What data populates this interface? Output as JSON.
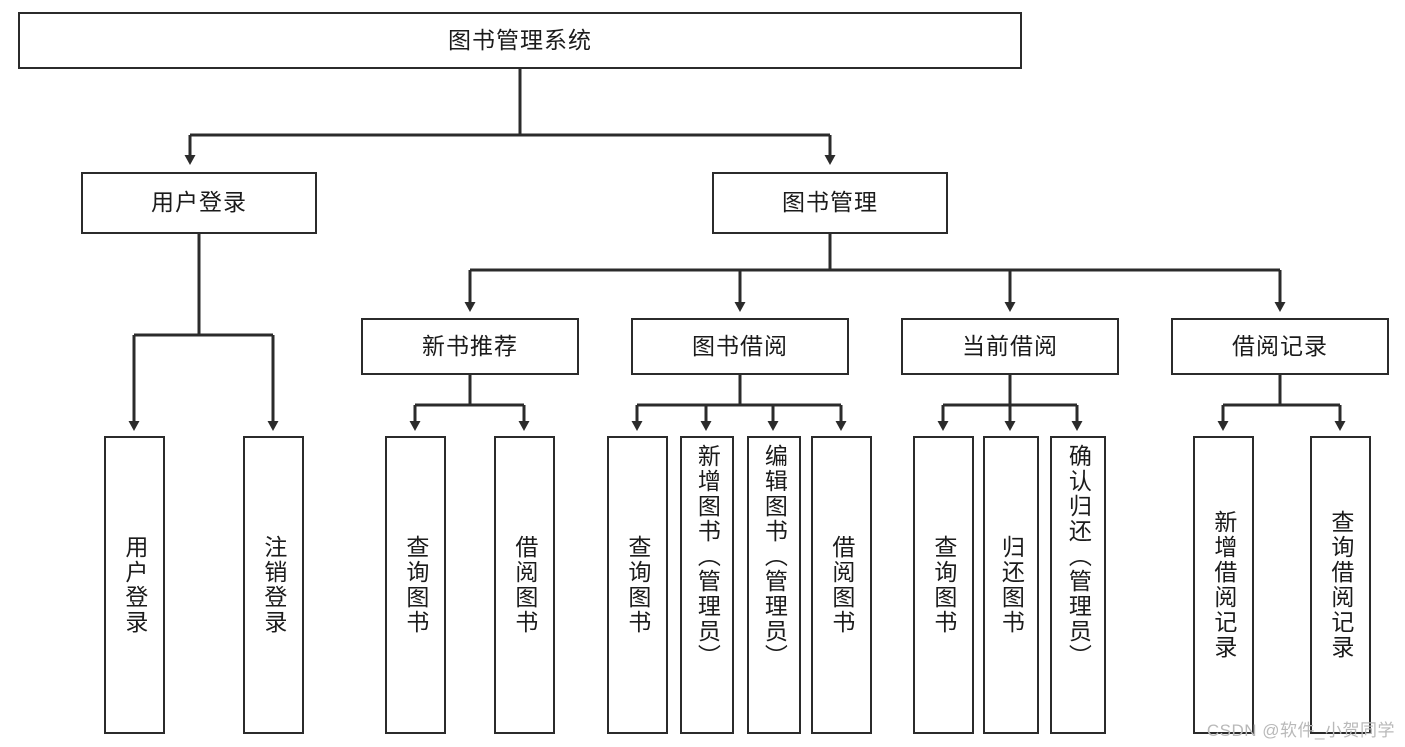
{
  "diagram": {
    "title": "图书管理系统",
    "type": "tree-hierarchy-chart",
    "root": {
      "label": "图书管理系统"
    },
    "level2": [
      {
        "label": "用户登录"
      },
      {
        "label": "图书管理"
      }
    ],
    "level3": [
      {
        "label": "新书推荐"
      },
      {
        "label": "图书借阅"
      },
      {
        "label": "当前借阅"
      },
      {
        "label": "借阅记录"
      }
    ],
    "leaves": {
      "user_login": [
        {
          "label": "用户登录"
        },
        {
          "label": "注销登录"
        }
      ],
      "new_book_recommend": [
        {
          "label": "查询图书"
        },
        {
          "label": "借阅图书"
        }
      ],
      "book_borrow": [
        {
          "label": "查询图书"
        },
        {
          "label": "新增图书（管理员）"
        },
        {
          "label": "编辑图书（管理员）"
        },
        {
          "label": "借阅图书"
        }
      ],
      "current_borrow": [
        {
          "label": "查询图书"
        },
        {
          "label": "归还图书"
        },
        {
          "label": "确认归还（管理员）"
        }
      ],
      "borrow_record": [
        {
          "label": "新增借阅记录"
        },
        {
          "label": "查询借阅记录"
        }
      ]
    }
  },
  "watermark": {
    "text": "CSDN @软件_小贺同学"
  },
  "colors": {
    "stroke": "#2b2b2b",
    "background": "#ffffff",
    "text": "#1b1b1b",
    "watermark": "#b9b9b9"
  }
}
